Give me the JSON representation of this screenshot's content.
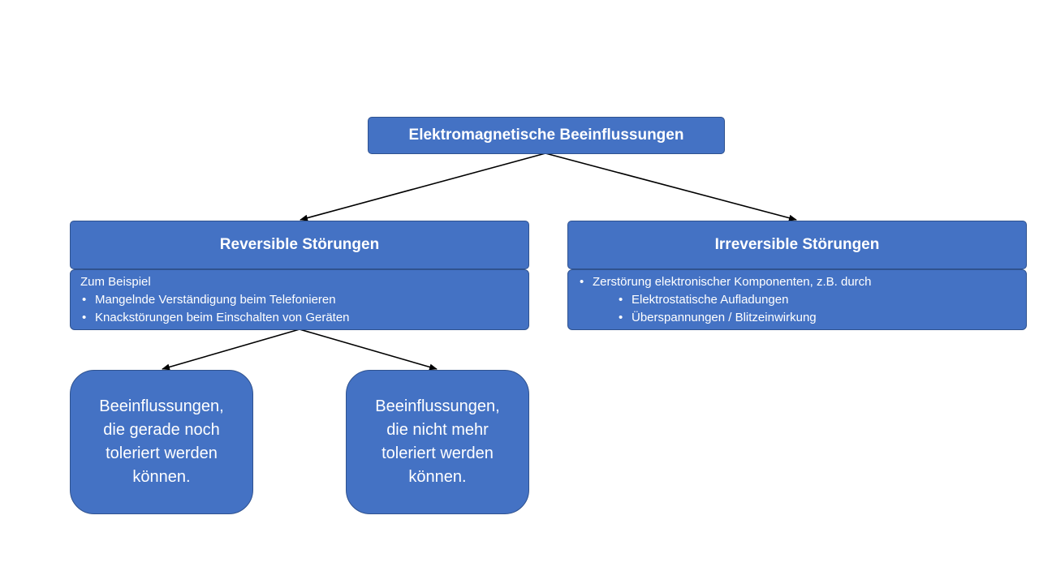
{
  "diagram": {
    "root": {
      "title": "Elektromagnetische Beeinflussungen"
    },
    "reversible": {
      "title": "Reversible Störungen",
      "intro": "Zum Beispiel",
      "items": [
        "Mangelnde Verständigung beim Telefonieren",
        "Knackstörungen beim Einschalten von Geräten"
      ]
    },
    "irreversible": {
      "title": "Irreversible Störungen",
      "items": [
        "Zerstörung elektronischer Komponenten, z.B. durch"
      ],
      "subitems": [
        "Elektrostatische Aufladungen",
        "Überspannungen / Blitzeinwirkung"
      ]
    },
    "leaves": [
      {
        "text": "Beeinflussungen, die gerade noch toleriert werden können."
      },
      {
        "text": "Beeinflussungen, die nicht mehr toleriert werden können."
      }
    ],
    "colors": {
      "box_fill": "#4472c4",
      "box_border": "#2f528f",
      "text": "#ffffff",
      "connector": "#000000"
    }
  }
}
